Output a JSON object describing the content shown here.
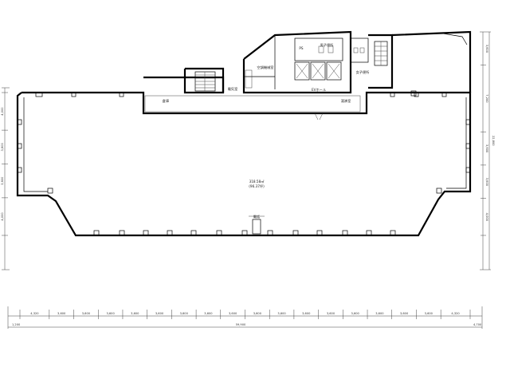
{
  "rooms": {
    "main_area": "318.58㎡",
    "main_area_sub": "(96.37坪)",
    "lobby": "EVホール",
    "restroom_mens": "男子便所",
    "restroom_womens": "女子便所",
    "storage": "倉庫",
    "electrical": "電気室",
    "machine_room": "空調機械室",
    "kitchenette": "湯沸室",
    "mailroom": "電話",
    "pipe_shaft": "PS"
  },
  "dimensions": {
    "bottom": [
      "4,320",
      "3,600",
      "3,600",
      "3,600",
      "3,600",
      "3,600",
      "3,600",
      "3,600",
      "3,600",
      "3,600",
      "3,600",
      "3,600",
      "3,600",
      "3,600",
      "3,600",
      "3,600",
      "3,600",
      "4,320"
    ],
    "bottom_total": "59,900",
    "bottom_left_end": "1,200",
    "bottom_right_end": "4,700",
    "left": [
      "4,000",
      "3,600",
      "3,600",
      "4,000"
    ],
    "right": [
      "3,600",
      "7,200",
      "3,600",
      "3,600",
      "4,000"
    ],
    "right_total": "22,800"
  },
  "colors": {
    "line": "#000000",
    "background": "#ffffff"
  }
}
